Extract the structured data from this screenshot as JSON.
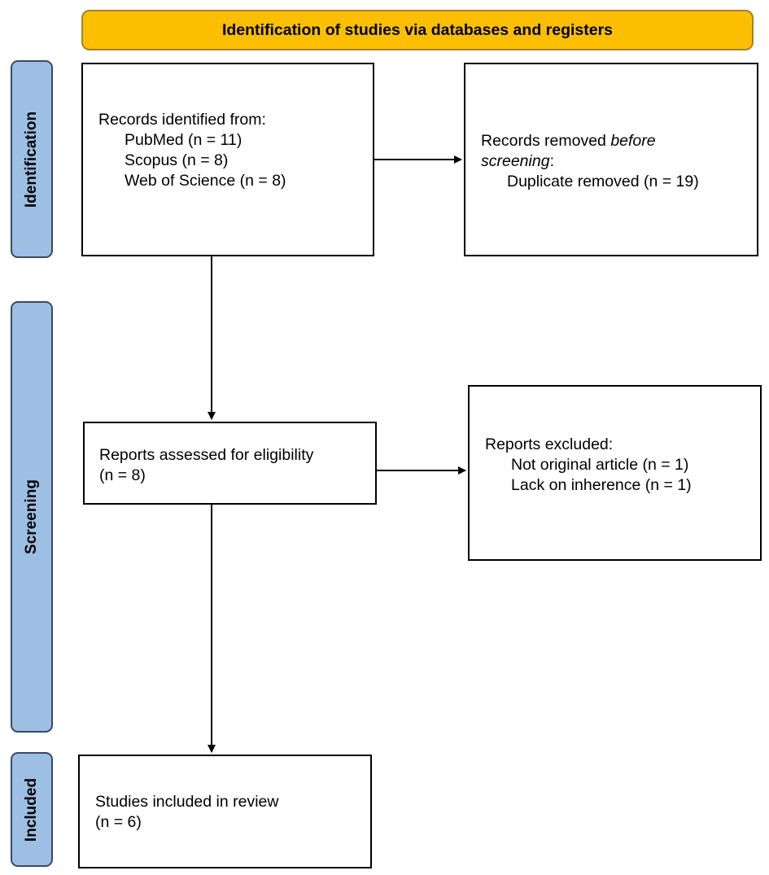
{
  "header": {
    "title": "Identification of studies via databases and registers"
  },
  "phases": {
    "identification": "Identification",
    "screening": "Screening",
    "included": "Included"
  },
  "records_identified": {
    "heading": "Records identified from:",
    "sources": [
      "PubMed (n = 11)",
      "Scopus (n = 8)",
      "Web of Science (n = 8)"
    ]
  },
  "records_removed": {
    "heading_plain": "Records removed ",
    "heading_italic_1": "before",
    "heading_italic_2": "screening",
    "heading_end": ":",
    "detail": "Duplicate removed (n = 19)"
  },
  "reports_assessed": {
    "line1": "Reports assessed for eligibility",
    "line2": "(n = 8)"
  },
  "reports_excluded": {
    "heading": "Reports excluded:",
    "reasons": [
      "Not original article (n = 1)",
      "Lack on inherence (n = 1)"
    ]
  },
  "studies_included": {
    "line1": "Studies included in review",
    "line2": "(n = 6)"
  },
  "colors": {
    "header_fill": "#fbbf00",
    "phase_fill": "#9cbfe3",
    "line": "#000000"
  }
}
